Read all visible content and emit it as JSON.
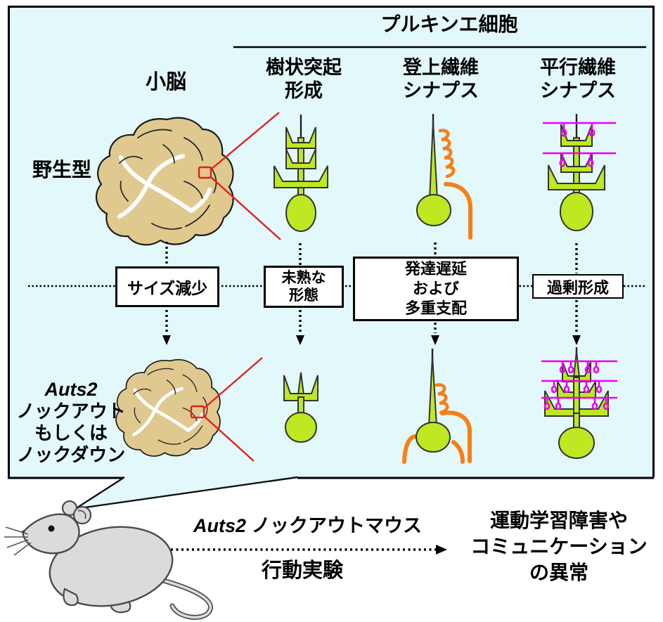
{
  "figure": {
    "header": {
      "title": "プルキンエ細胞"
    },
    "columns": {
      "cerebellum": "小脳",
      "dendrite": "樹状突起\n形成",
      "climbing": "登上繊維\nシナプス",
      "parallel": "平行繊維\nシナプス"
    },
    "rows": {
      "wild_type": "野生型",
      "knockout_gene": "Auts2",
      "knockout_rest": "ノックアウト\nもしくは\nノックダウン"
    },
    "effects": {
      "size": "サイズ減少",
      "immature": "未熟な\n形態",
      "delay": "発達遅延\nおよび\n多重支配",
      "excess": "過剰形成"
    }
  },
  "bottom": {
    "gene": "Auts2",
    "title_rest": " ノックアウトマウス",
    "behavior": "行動実験",
    "outcome": "運動学習障害や\nコミュニケーション\nの異常"
  },
  "colors": {
    "panel_bg": "#E2F8FA",
    "cell_green": "#BEE821",
    "fiber_orange": "#F87E17",
    "fiber_magenta": "#EE00EE",
    "callout_red": "#E3201B",
    "cerebellum_tan": "#DFC98F",
    "mouse_gray": "#DBDBDB"
  }
}
